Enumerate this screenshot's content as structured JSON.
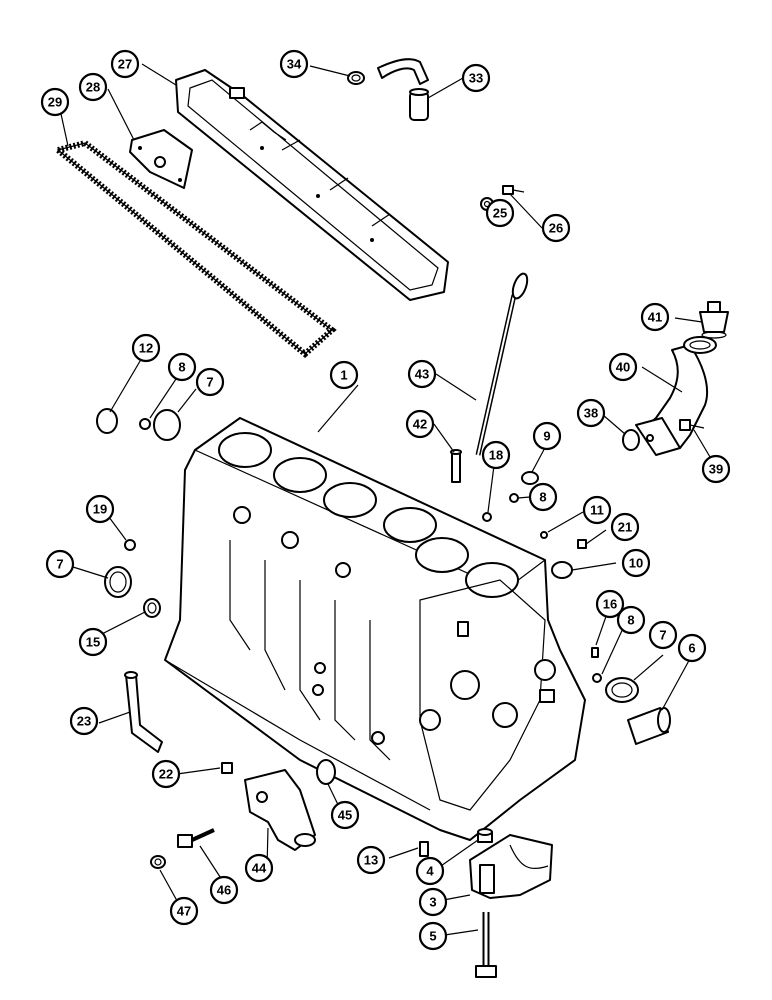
{
  "title": "",
  "callouts": [
    {
      "id": "c1",
      "label": "1"
    },
    {
      "id": "c3",
      "label": "3"
    },
    {
      "id": "c4",
      "label": "4"
    },
    {
      "id": "c5",
      "label": "5"
    },
    {
      "id": "c6",
      "label": "6"
    },
    {
      "id": "c7a",
      "label": "7"
    },
    {
      "id": "c7b",
      "label": "7"
    },
    {
      "id": "c7c",
      "label": "7"
    },
    {
      "id": "c8a",
      "label": "8"
    },
    {
      "id": "c8b",
      "label": "8"
    },
    {
      "id": "c8c",
      "label": "8"
    },
    {
      "id": "c9",
      "label": "9"
    },
    {
      "id": "c10",
      "label": "10"
    },
    {
      "id": "c11",
      "label": "11"
    },
    {
      "id": "c12",
      "label": "12"
    },
    {
      "id": "c13",
      "label": "13"
    },
    {
      "id": "c15",
      "label": "15"
    },
    {
      "id": "c16",
      "label": "16"
    },
    {
      "id": "c18",
      "label": "18"
    },
    {
      "id": "c19",
      "label": "19"
    },
    {
      "id": "c21",
      "label": "21"
    },
    {
      "id": "c22",
      "label": "22"
    },
    {
      "id": "c23",
      "label": "23"
    },
    {
      "id": "c25",
      "label": "25"
    },
    {
      "id": "c26",
      "label": "26"
    },
    {
      "id": "c27",
      "label": "27"
    },
    {
      "id": "c28",
      "label": "28"
    },
    {
      "id": "c29",
      "label": "29"
    },
    {
      "id": "c33",
      "label": "33"
    },
    {
      "id": "c34",
      "label": "34"
    },
    {
      "id": "c38",
      "label": "38"
    },
    {
      "id": "c39",
      "label": "39"
    },
    {
      "id": "c40",
      "label": "40"
    },
    {
      "id": "c41",
      "label": "41"
    },
    {
      "id": "c42",
      "label": "42"
    },
    {
      "id": "c43",
      "label": "43"
    },
    {
      "id": "c44",
      "label": "44"
    },
    {
      "id": "c45",
      "label": "45"
    },
    {
      "id": "c46",
      "label": "46"
    },
    {
      "id": "c47",
      "label": "47"
    }
  ]
}
